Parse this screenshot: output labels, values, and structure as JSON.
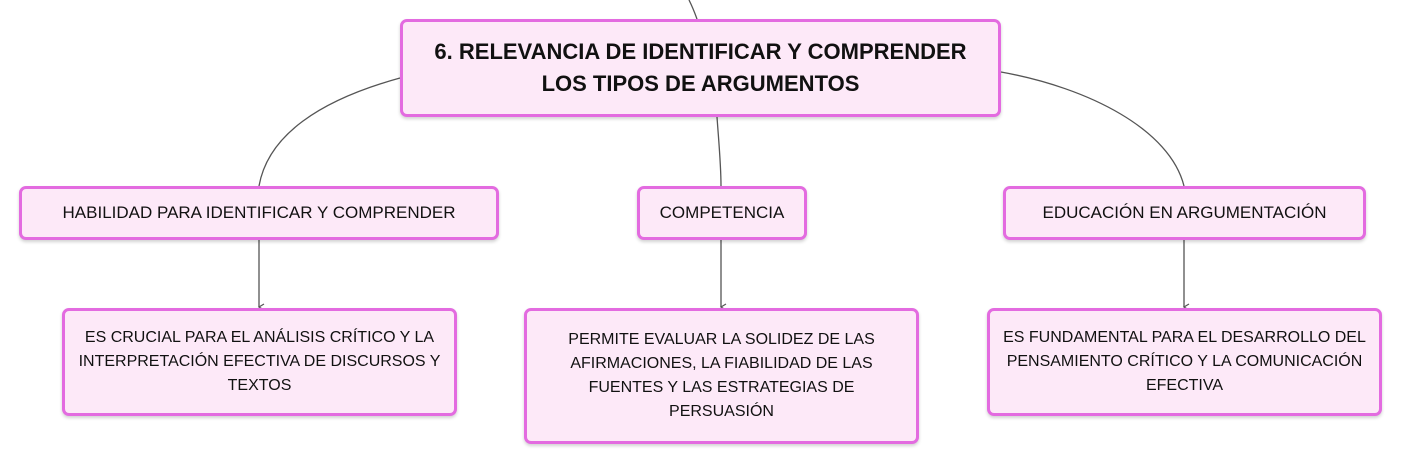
{
  "diagram": {
    "root": {
      "label": "6. RELEVANCIA DE IDENTIFICAR Y COMPRENDER LOS TIPOS DE ARGUMENTOS"
    },
    "branches": [
      {
        "label": "HABILIDAD PARA IDENTIFICAR Y COMPRENDER",
        "detail": "ES CRUCIAL PARA EL ANÁLISIS CRÍTICO Y LA INTERPRETACIÓN EFECTIVA DE DISCURSOS Y TEXTOS"
      },
      {
        "label": "COMPETENCIA",
        "detail": "PERMITE EVALUAR LA SOLIDEZ DE LAS AFIRMACIONES, LA FIABILIDAD DE LAS FUENTES Y LAS ESTRATEGIAS DE PERSUASIÓN"
      },
      {
        "label": "EDUCACIÓN EN ARGUMENTACIÓN",
        "detail": "ES FUNDAMENTAL PARA EL DESARROLLO DEL PENSAMIENTO CRÍTICO Y LA COMUNICACIÓN EFECTIVA"
      }
    ],
    "colors": {
      "node_fill": "#fde9f8",
      "node_border": "#e36be0",
      "connector": "#555555",
      "text": "#111111"
    }
  }
}
